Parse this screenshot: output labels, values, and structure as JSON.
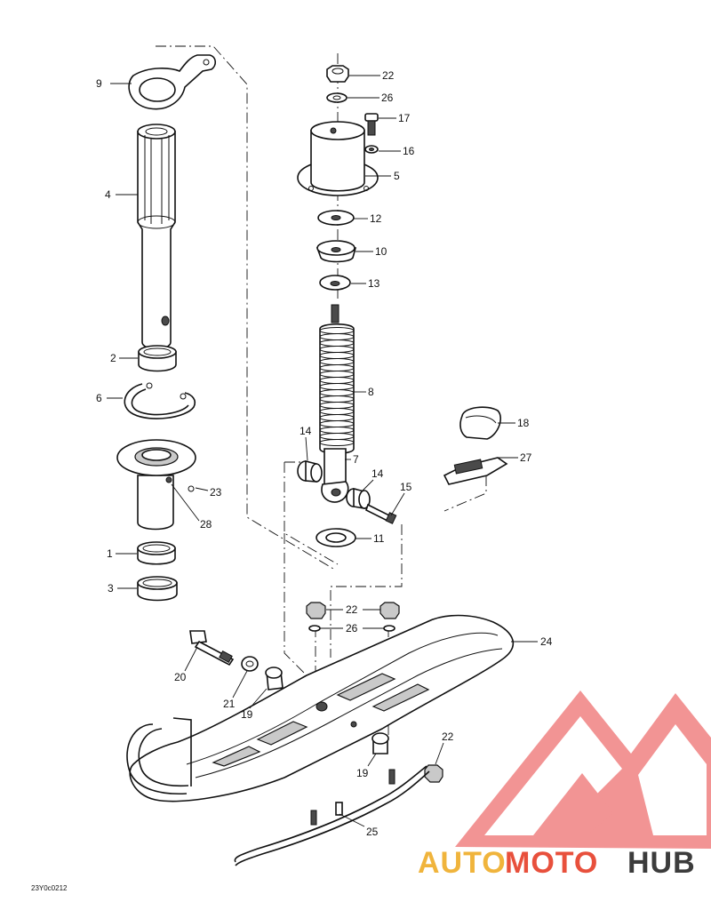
{
  "drawing_code": "23Y0c0212",
  "callouts": [
    {
      "id": "c9",
      "label": "9"
    },
    {
      "id": "c4",
      "label": "4"
    },
    {
      "id": "c2",
      "label": "2"
    },
    {
      "id": "c6",
      "label": "6"
    },
    {
      "id": "c23",
      "label": "23"
    },
    {
      "id": "c28",
      "label": "28"
    },
    {
      "id": "c1",
      "label": "1"
    },
    {
      "id": "c3",
      "label": "3"
    },
    {
      "id": "c22a",
      "label": "22"
    },
    {
      "id": "c26a",
      "label": "26"
    },
    {
      "id": "c17",
      "label": "17"
    },
    {
      "id": "c16",
      "label": "16"
    },
    {
      "id": "c5",
      "label": "5"
    },
    {
      "id": "c12",
      "label": "12"
    },
    {
      "id": "c10",
      "label": "10"
    },
    {
      "id": "c13",
      "label": "13"
    },
    {
      "id": "c8",
      "label": "8"
    },
    {
      "id": "c18",
      "label": "18"
    },
    {
      "id": "c27",
      "label": "27"
    },
    {
      "id": "c14a",
      "label": "14"
    },
    {
      "id": "c7",
      "label": "7"
    },
    {
      "id": "c14b",
      "label": "14"
    },
    {
      "id": "c15",
      "label": "15"
    },
    {
      "id": "c11",
      "label": "11"
    },
    {
      "id": "c22b",
      "label": "22"
    },
    {
      "id": "c26b",
      "label": "26"
    },
    {
      "id": "c24",
      "label": "24"
    },
    {
      "id": "c20",
      "label": "20"
    },
    {
      "id": "c21",
      "label": "21"
    },
    {
      "id": "c19a",
      "label": "19"
    },
    {
      "id": "c22c",
      "label": "22"
    },
    {
      "id": "c19b",
      "label": "19"
    },
    {
      "id": "c25",
      "label": "25"
    }
  ],
  "watermark": {
    "part1": "AUTO",
    "part2": "MOTO",
    "part3": "HUB",
    "color_main": "#f0b43c",
    "color_accent": "#e8503c",
    "color_dark": "#3c3c3c",
    "logo_color": "#f08282"
  }
}
